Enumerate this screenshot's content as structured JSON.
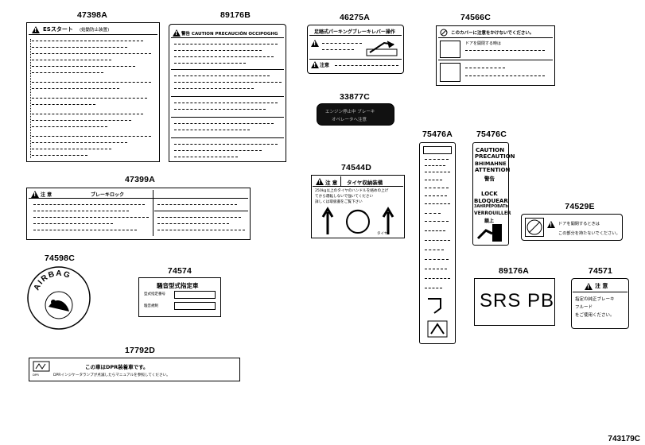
{
  "diagram_code": "743179C",
  "parts": {
    "p47398A": {
      "number": "47398A",
      "heading": "ESスタート",
      "subheading": "(始動防止装置)"
    },
    "p89176B": {
      "number": "89176B",
      "heading": "警告 CAUTION PRECAUCIÓN OCCIPOGHG"
    },
    "p46275A": {
      "number": "46275A",
      "heading": "足踏式パーキングブレーキレバー操作",
      "note": "注意"
    },
    "p74566C": {
      "number": "74566C",
      "heading": "このカバーに注意をかけないでください。",
      "row1": "ドアを開閉する時は"
    },
    "p33877C": {
      "number": "33877C",
      "line1": "エンジン停止中 ブレーキ",
      "line2": "オペレータへ注意"
    },
    "p47399A": {
      "number": "47399A",
      "heading": "ブレーキロック",
      "caution": "注 意"
    },
    "p74544D": {
      "number": "74544D",
      "caution": "注 意",
      "heading": "タイヤ収納装備",
      "body1": "250kg以上のタイヤのハンドルを絡めの上げ",
      "body2": "てから運転しないで強いてください",
      "body3": "詳しくは取扱書をご覧下さい",
      "tag": "タイヤ"
    },
    "p75476A": {
      "number": "75476A"
    },
    "p75476C": {
      "number": "75476C",
      "l1": "CAUTION",
      "l2": "PRECAUTION",
      "l3": "BHIMAHNE",
      "l4": "ATTENTION",
      "l5": "警告",
      "l6": "LOCK",
      "l7": "BLOQUEAR",
      "l8": "3AHRPEPOBATb",
      "l9": "VERROUILLER",
      "l10": "鎖上"
    },
    "p74529E": {
      "number": "74529E",
      "heading": "ドアを開閉するときは",
      "body": "この部分を持たないでください。"
    },
    "p74598C": {
      "number": "74598C",
      "text": "AIRBAG"
    },
    "p74574": {
      "number": "74574",
      "heading": "騒音型式指定車",
      "row1": "型式指定番号",
      "row2": "騒音規制"
    },
    "p89176A": {
      "number": "89176A",
      "text": "SRS PB"
    },
    "p74571": {
      "number": "74571",
      "caution": "注 意",
      "l1": "指定の純正ブレーキ",
      "l2": "フルード",
      "l3": "をご使用ください。"
    },
    "p17792D": {
      "number": "17792D",
      "heading": "この車はDPR装着車です。",
      "body": "DPRインジケータランプが点滅したらマニュアルを参照してください。",
      "iconlabel": "DPR"
    }
  }
}
